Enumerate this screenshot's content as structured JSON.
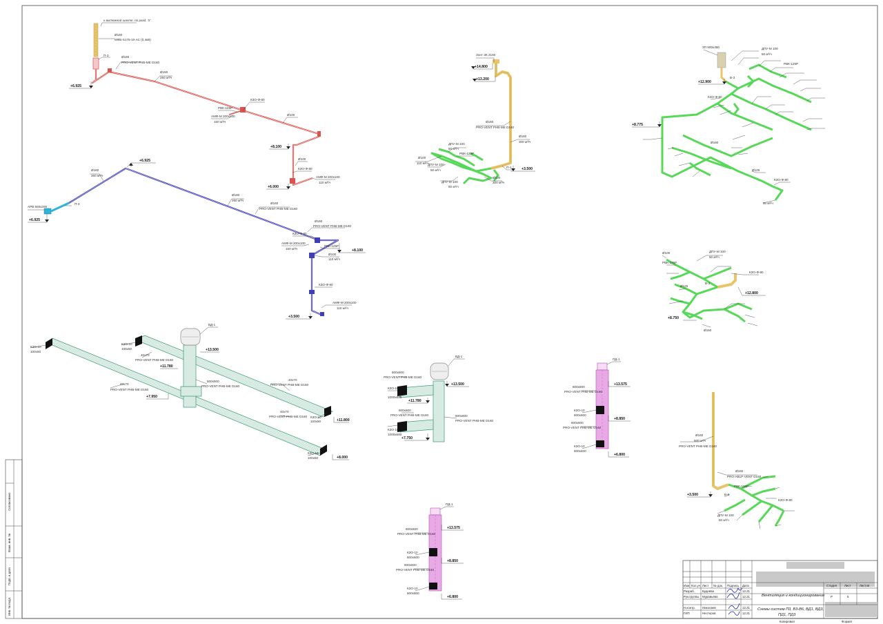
{
  "colors": {
    "red": "#d9534f",
    "blue": "#3f3fb5",
    "cyan": "#2fb2d6",
    "yellow": "#e8c46a",
    "green": "#58d858",
    "duct_fill": "#d8ebe2",
    "duct_edge": "#3a9a78",
    "magenta": "#e9a8e6",
    "magenta_edge": "#b050b0",
    "frame": "#444444"
  },
  "labels": {
    "red": {
      "note_top": "к вытяжной шахте, по разд. 'Х'",
      "d160_a": "Ø160",
      "mfs": "МФБ-S175-10-АС (0,4кВ)",
      "rk": "П-3",
      "d160_b": "Ø160",
      "pro_a": "PRO-VENT PHB-ME D160",
      "d160_c": "Ø160",
      "flow_a": "260 м³/ч",
      "kzo_a": "КЗО-Ф-80",
      "rvk": "РВК-125Р",
      "amf_a": "АМФ-М 200х100",
      "flow_b": "150 м³/ч",
      "d100_a": "Ø100",
      "d100_b": "Ø100",
      "kzo_b": "КЗО-Ф-80",
      "amf_b": "АМФ-М 200х100",
      "flow_c": "110 м³/ч",
      "lvl_top": "+6.925",
      "lvl_mid": "+8.100",
      "lvl_bot": "+6.000"
    },
    "blue": {
      "arv": "АРВ 500х200",
      "pk": "П-3",
      "d160_a": "Ø160",
      "flow_a": "260 м³/ч",
      "lvl_top": "+6.925",
      "lvl_left": "+6.925",
      "d160_b": "Ø160",
      "flow_b": "260 м³/ч",
      "d160_c": "Ø160",
      "pro_a": "PRO-VENT PHB-ME D160",
      "d160_d": "Ø160",
      "pro_b": "PRO-VENT PHB-ME D160",
      "kzo_a": "КЗО-Ф-80",
      "amf_a": "АМФ-М 200х100",
      "flow_c": "150 м³/ч",
      "rvk": "РВК-125Р",
      "d100_a": "Ø100",
      "flow_d": "110 м³/ч",
      "lvl_mid": "+8.100",
      "kzo_b": "КЗО-Ф-80",
      "amf_b": "АМФ-М 200х100",
      "flow_e": "110 м³/ч",
      "lvl_bot": "+3.500"
    },
    "yellow": {
      "hood": "Зонт ЗК 2150",
      "lvl_a": "+14.800",
      "lvl_b": "+13.200",
      "d160": "Ø160",
      "pro": "PRO-VENT PHB-ME D160",
      "d160_b": "Ø160",
      "flow": "300 м³/ч",
      "p1": "П-1",
      "lvl_c": "+3.500",
      "d100_a": "Ø100",
      "flow_a": "110 м³/ч",
      "dpv_a": "ДПУ-М 100",
      "flow_b": "50 м³/ч",
      "rvk": "РВК-125Р",
      "dpv_b": "ДПУ-М 100",
      "flow_c": "50 м³/ч",
      "d100_b": "Ø100",
      "flow_d": "300 м³/ч",
      "dpv_c": "ДПУ-М 100",
      "flow_e": "50 м³/ч"
    },
    "green1": {
      "top": "ЗП 500х350",
      "lvl_a": "+12.900",
      "lvl_b": "+8.775",
      "kzo": "КЗО-Ф-80",
      "vk": "В-3",
      "dpv": "ДПУ-М 100",
      "flow": "50 м³/ч",
      "rvk": "РВК-125Р",
      "d160": "Ø160",
      "d125": "Ø125",
      "kzo_b": "КЗО-Ф-80",
      "flow_b": "50 м³/ч"
    },
    "green2": {
      "d100": "Ø100",
      "dpv": "ДПУ-М 100",
      "flow": "50 м³/ч",
      "rvk": "РВК-125Р",
      "b3": "В-3",
      "lvl_a": "+12.800",
      "lvl_b": "+8.750",
      "kzo": "КЗО-Ф-80",
      "d125": "Ø125",
      "d160": "Ø160"
    },
    "green3": {
      "d160": "Ø160",
      "flow": "600 м³/ч",
      "pro": "PRO-VENT PHB-ME D160",
      "d160_b": "Ø160",
      "pro_b": "PRO-ABLP-VENT D160",
      "lvl": "+3.500",
      "rvk": "РВК-125Р",
      "b6": "В-6",
      "dpv": "ДПУ-М 100",
      "flow_b": "50 м³/ч",
      "kzo": "КЗО-Ф-80"
    },
    "duct1": {
      "kzo_a": "КЗО-10",
      "size_a": "100х50",
      "kzo_b": "КЗО-10",
      "size_b": "100х50",
      "size_c": "40х70",
      "pro_a": "PRO-VENT PHB-ME D160",
      "lvl_a": "+11.780",
      "roof": "ВД-1",
      "lvl_b": "+13.500",
      "size_d": "500х500",
      "pro_b": "PRO-VENT PHB-ME D160",
      "size_e": "40х70",
      "pro_c": "PRO-VENT PHB-ME D160",
      "lvl_c": "+7.950",
      "size_f": "40х70",
      "pro_d": "PRO-VENT PHB-ME D160",
      "kzo_c": "КЗО-10",
      "size_g": "100х50",
      "lvl_d": "+11.800",
      "size_h": "40х70",
      "pro_e": "PRO-VENT PHB-ME D160",
      "kzo_d": "КЗО-10",
      "size_i": "100х50",
      "lvl_e": "+8.000"
    },
    "duct2": {
      "size_a": "600х600",
      "pro_a": "PRO-VENT PHB-ME D160",
      "kzo_a": "КЗО-10",
      "size_b": "1000х600",
      "lvl_a": "+11.780",
      "roof": "ВД-1",
      "lvl_b": "+13.500",
      "size_c": "600х600",
      "pro_b": "PRO-VENT PHB-ME D160",
      "size_d": "600х600",
      "pro_c": "PRO-VENT PHB-ME D160",
      "kzo_b": "КЗО-10",
      "size_e": "1000х600",
      "lvl_c": "+7.750"
    },
    "pink1": {
      "top": "ПД-1",
      "lvl_a": "+13.575",
      "size_a": "600х600",
      "pro_a": "PRO-VENT PHB-ME D160",
      "kzo_a": "КЗО-10",
      "size_b": "600х600",
      "lvl_b": "+8.850",
      "size_c": "600х600",
      "pro_b": "PRO-VENT PHB-ME D160",
      "kzo_b": "КЗО-10",
      "size_d": "600х600",
      "lvl_c": "+6.800"
    },
    "pink2": {
      "top": "ПД-1",
      "lvl_a": "+13.575",
      "size_a": "600х600",
      "pro_a": "PRO-VENT PHB-ME D160",
      "kzo_a": "КЗО-10",
      "size_b": "600х600",
      "lvl_b": "+8.850",
      "size_c": "600х600",
      "pro_b": "PRO-VENT PHB-ME D160",
      "kzo_b": "КЗО-10",
      "size_d": "600х600",
      "lvl_c": "+6.800"
    }
  },
  "side_stamp": {
    "cell_a": "Согласовано",
    "cell_b": "Взам. инв. №",
    "cell_c": "Подп. и дата",
    "cell_d": "Инв. № подл."
  },
  "title_block": {
    "hdr_izm": "Изм.",
    "hdr_kol": "Кол.уч.",
    "hdr_list": "Лист",
    "hdr_doc": "№ док.",
    "hdr_podp": "Подпись",
    "hdr_data": "Дата",
    "razrab_role": "Разраб.",
    "razrab_name": "Буднёва",
    "razrab_date": "12.21",
    "rukov_role": "Рук.группы",
    "rukov_name": "Муравьёва",
    "rukov_date": "12.21",
    "normk_role": "Н.контр.",
    "normk_name": "Николаев",
    "normk_date": "12.21",
    "gip_role": "ГИП",
    "gip_name": "Нестеров",
    "gip_date": "12.21",
    "project": "Вентиляция и кондиционирование",
    "stage_h": "Стадия",
    "list_h": "Лист",
    "lists_h": "Листов",
    "stage_v": "Р",
    "list_v": "5",
    "sheet_title_1": "Схемы систем П3, В3-В6, ВД1, ВД3,",
    "sheet_title_2": "ПД1, ПД3",
    "copied": "Копировал",
    "format": "Формат"
  }
}
